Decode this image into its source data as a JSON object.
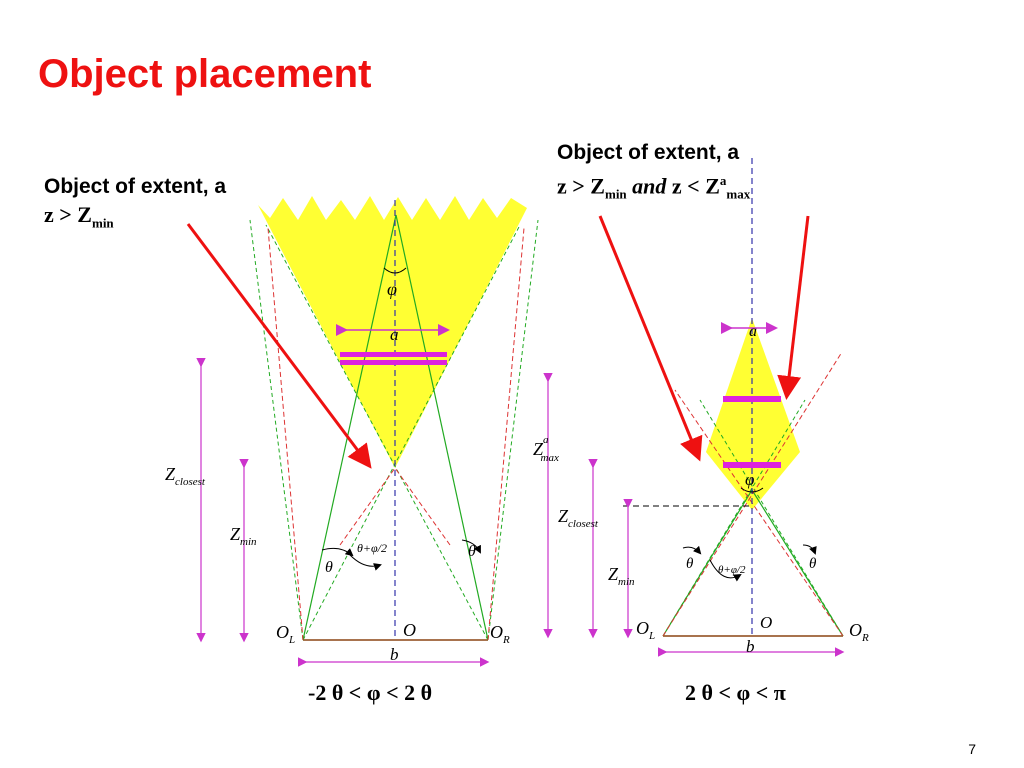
{
  "slide": {
    "title": "Object placement",
    "page_number": "7",
    "colors": {
      "title": "#ee1111",
      "arrow": "#ee1111",
      "cone": "#ffff33",
      "object_bar": "#dd22dd",
      "dimension": "#cc33cc"
    }
  },
  "left_panel": {
    "callout": {
      "line1": "Object of extent, a",
      "line2_prefix": "z > Z",
      "line2_sub": "min"
    },
    "condition": "-2 θ < φ < 2 θ",
    "labels": {
      "phi": "φ",
      "a": "a",
      "z_closest": "Z",
      "z_closest_sub": "closest",
      "z_min": "Z",
      "z_min_sub": "min",
      "theta_half_phi": "θ+φ/2",
      "theta": "θ",
      "o_left": "O",
      "o_left_sub": "L",
      "o_center": "O",
      "o_right": "O",
      "o_right_sub": "R",
      "b": "b"
    }
  },
  "right_panel": {
    "callout": {
      "line1": "Object of extent, a",
      "line2_prefix": "z > Z",
      "line2_sub1": "min",
      "line2_and": "and",
      "line2_mid": " z < Z",
      "line2_sup": "a",
      "line2_sub2": "max"
    },
    "condition": "2 θ < φ < π",
    "labels": {
      "a": "a",
      "phi": "φ",
      "z_max": "Z",
      "z_max_sup": "a",
      "z_max_sub": "max",
      "z_closest": "Z",
      "z_closest_sub": "closest",
      "z_min": "Z",
      "z_min_sub": "min",
      "theta_half_phi": "θ+φ/2",
      "theta": "θ",
      "o_left": "O",
      "o_left_sub": "L",
      "o_center": "O",
      "o_right": "O",
      "o_right_sub": "R",
      "b": "b"
    }
  }
}
